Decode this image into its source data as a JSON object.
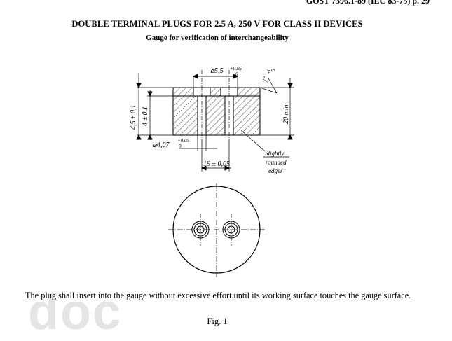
{
  "header": {
    "standard_ref": "GOST 7396.1-89 (IEC 83-75) p. 29"
  },
  "title": "DOUBLE TERMINAL PLUGS FOR 2.5 A, 250 V FOR CLASS II DEVICES",
  "subtitle": "Gauge for verification of interchangeability",
  "drawing": {
    "dimensions": {
      "hole_dia": "⌀5,5",
      "hole_dia_tol": "+0,05",
      "hole_dia_tol2": "0",
      "angle": "7°",
      "angle_tol": "+0",
      "angle_tol2": "0",
      "height_outer": "4,5 ± 0,1",
      "height_inner": "4 ± 0,1",
      "depth_min": "20 min",
      "pin_dia": "⌀4,07",
      "pin_dia_tol": "+0,05",
      "pin_dia_tol2": "0",
      "pitch": "19 ± 0,05"
    },
    "note": [
      "Slightly",
      "rounded",
      "edges"
    ]
  },
  "body_text": "The plug shall insert into the gauge without excessive effort until its working surface touches the gauge surface.",
  "figure_caption": "Fig. 1",
  "watermark": "doc"
}
